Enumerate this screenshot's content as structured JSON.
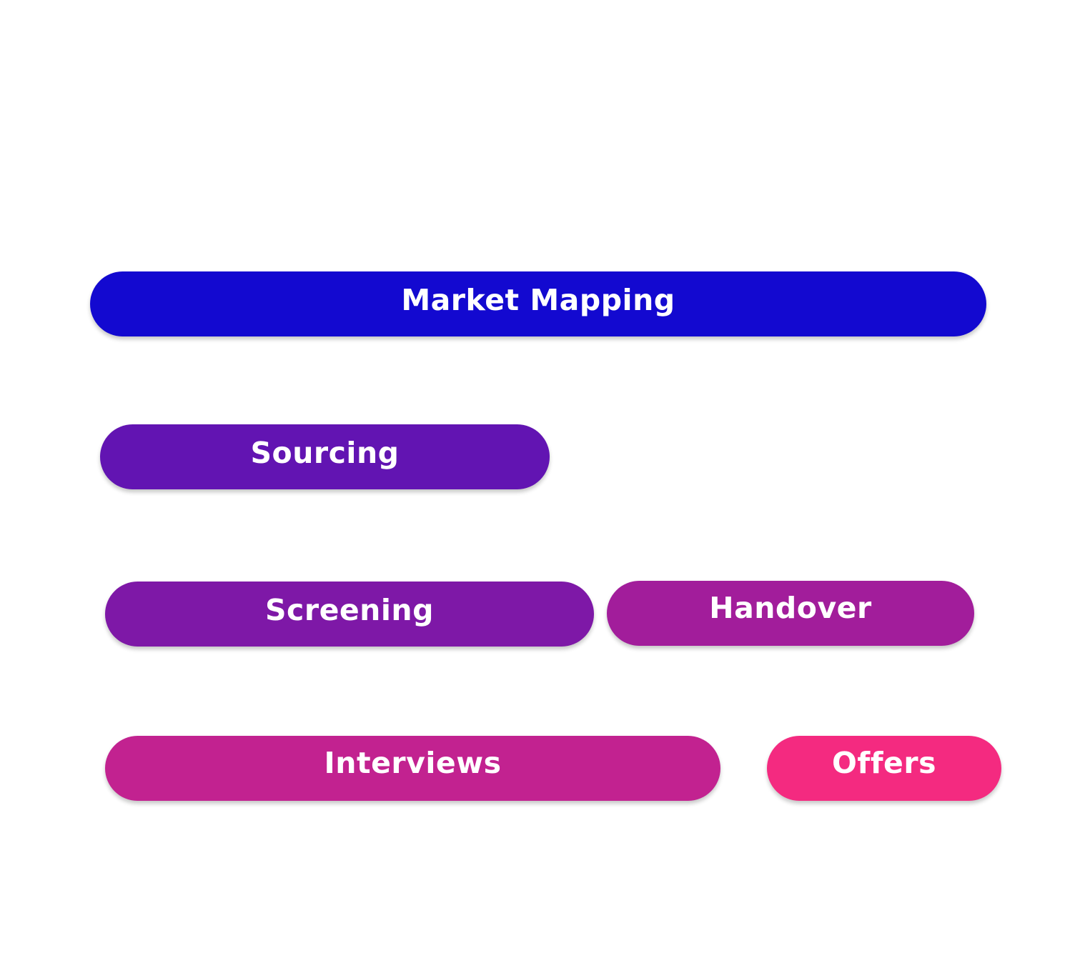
{
  "stages": {
    "market_mapping": {
      "label": "Market Mapping",
      "color": "#1309D0"
    },
    "sourcing": {
      "label": "Sourcing",
      "color": "#6214B2"
    },
    "screening": {
      "label": "Screening",
      "color": "#7E18A7"
    },
    "handover": {
      "label": "Handover",
      "color": "#A21D9B"
    },
    "interviews": {
      "label": "Interviews",
      "color": "#C22290"
    },
    "offers": {
      "label": "Offers",
      "color": "#F42A80"
    }
  }
}
